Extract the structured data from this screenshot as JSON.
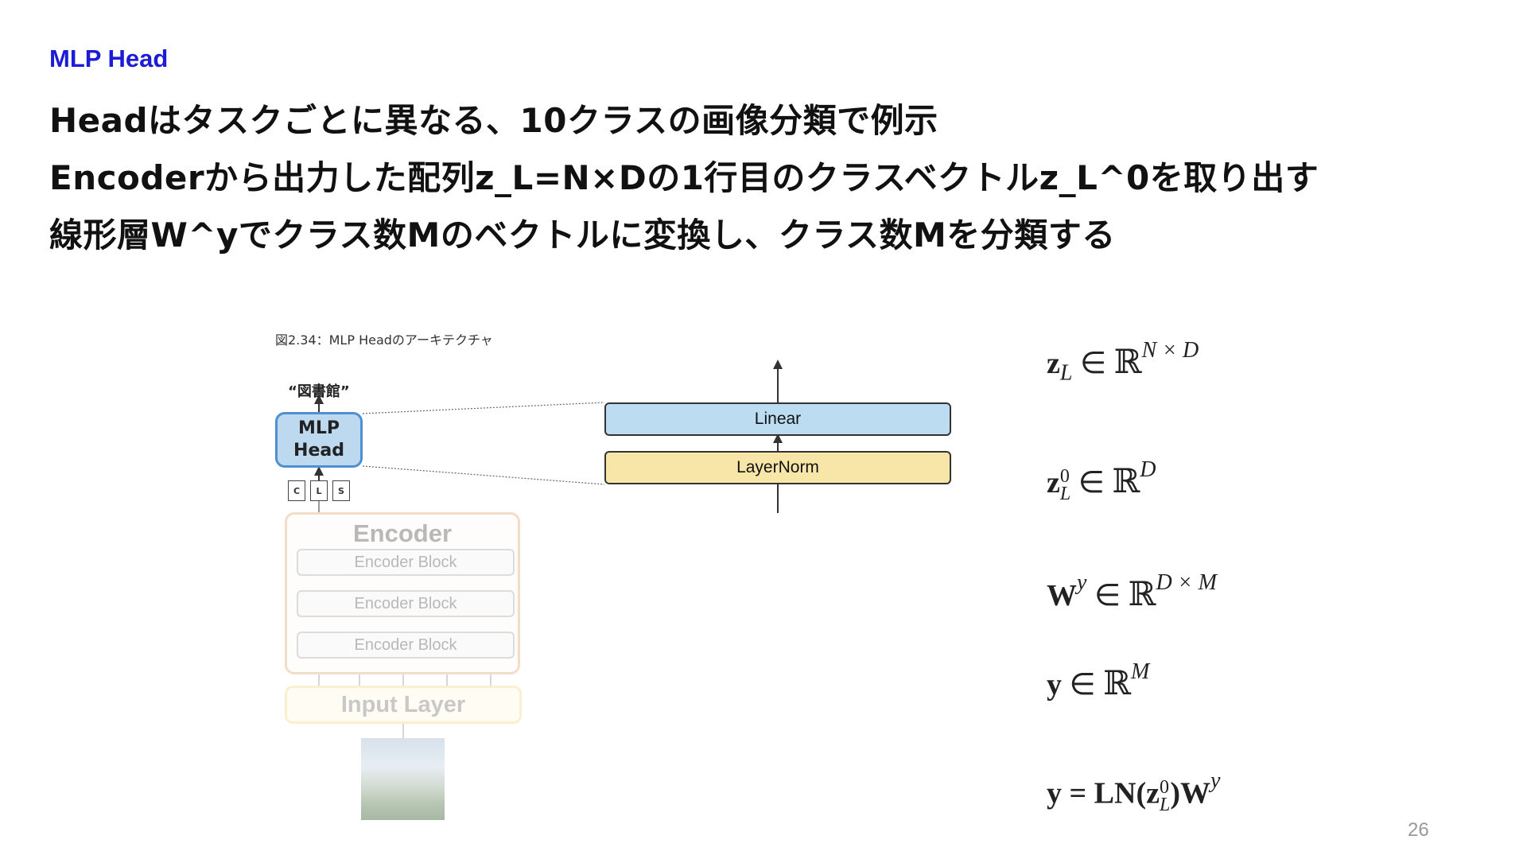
{
  "section_label": "MLP Head",
  "headlines": [
    "Headはタスクごとに異なる、10クラスの画像分類で例示",
    "Encoderから出力した配列z_L=N×Dの1行目のクラスベクトルz_L^0を取り出す",
    "線形層W^yでクラス数Mのベクトルに変換し、クラス数Mを分類する"
  ],
  "figure": {
    "caption": "図2.34：MLP Headのアーキテクチャ",
    "output_label": "“図書館”",
    "mlp_head_line1": "MLP",
    "mlp_head_line2": "Head",
    "cls_tokens": [
      "C",
      "L",
      "S"
    ],
    "encoder_title": "Encoder",
    "encoder_blocks": [
      "Encoder Block",
      "Encoder Block",
      "Encoder Block"
    ],
    "input_layer": "Input Layer",
    "linear_label": "Linear",
    "layernorm_label": "LayerNorm"
  },
  "equations": {
    "e1_var": "z",
    "e1_sub": "L",
    "e1_sup": "N × D",
    "e2_var": "z",
    "e2_sub": "L",
    "e2_pre": "0",
    "e2_sup": "D",
    "e3_var": "W",
    "e3_pre": "y",
    "e3_sup": "D × M",
    "e4_var": "y",
    "e4_sup": "M",
    "e5_text": "y = LN(z",
    "e5_sub": "L",
    "e5_pre": "0",
    "e5_tail": ")W",
    "e5_pow": "y",
    "in_symbol": "∈",
    "reals": "ℝ"
  },
  "page_number": "26"
}
